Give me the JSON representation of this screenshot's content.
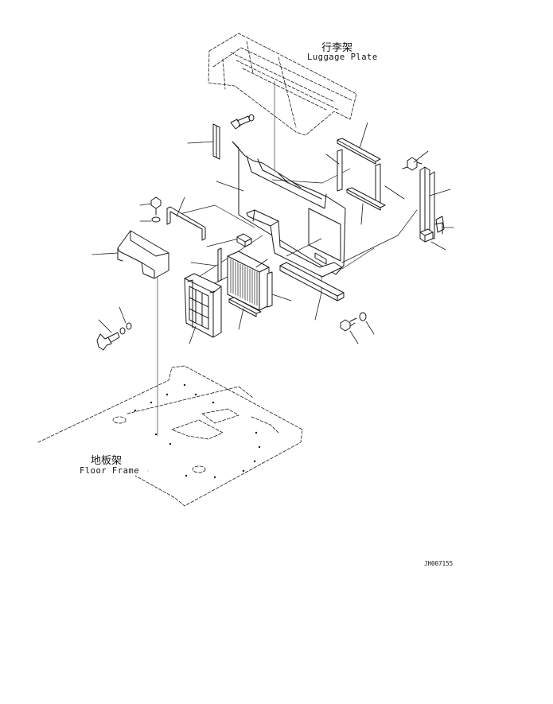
{
  "labels": {
    "luggage_cn": "行李架",
    "luggage_en": "Luggage Plate",
    "floor_cn": "地板架",
    "floor_en": "Floor Frame",
    "drawing_code": "JH007155"
  },
  "colors": {
    "line": "#1a1a1a",
    "fill": "#ffffff",
    "dark": "#222222"
  }
}
